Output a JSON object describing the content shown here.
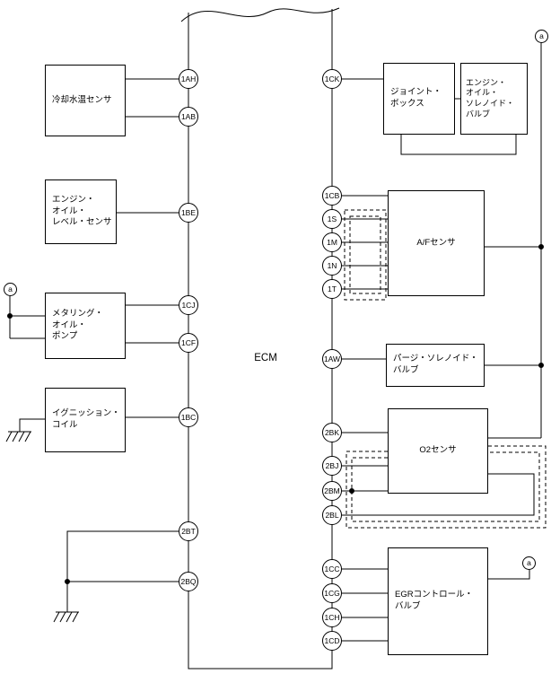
{
  "diagram": {
    "ecm_label": "ECM",
    "connector_a_label": "a",
    "line_color": "#000000",
    "background_color": "#ffffff"
  },
  "left_components": [
    {
      "label": "冷却水温センサ"
    },
    {
      "label": "エンジン・\nオイル・\nレベル・センサ"
    },
    {
      "label": "メタリング・\nオイル・\nポンプ"
    },
    {
      "label": "イグニッション・\nコイル"
    }
  ],
  "right_components": [
    {
      "label": "ジョイント・\nボックス"
    },
    {
      "label": "エンジン・\nオイル・\nソレノイド・\nバルブ"
    },
    {
      "label": "A/Fセンサ"
    },
    {
      "label": "パージ・ソレノイド・\nバルブ"
    },
    {
      "label": "O2センサ"
    },
    {
      "label": "EGRコントロール・\nバルブ"
    }
  ],
  "connectors": {
    "left": [
      "1AH",
      "1AB",
      "1BE",
      "1CJ",
      "1CF",
      "1BC",
      "2BT",
      "2BQ"
    ],
    "right": [
      "1CK",
      "1CB",
      "1S",
      "1M",
      "1N",
      "1T",
      "1AW",
      "2BK",
      "2BJ",
      "2BM",
      "2BL",
      "1CC",
      "1CG",
      "1CH",
      "1CD"
    ]
  }
}
